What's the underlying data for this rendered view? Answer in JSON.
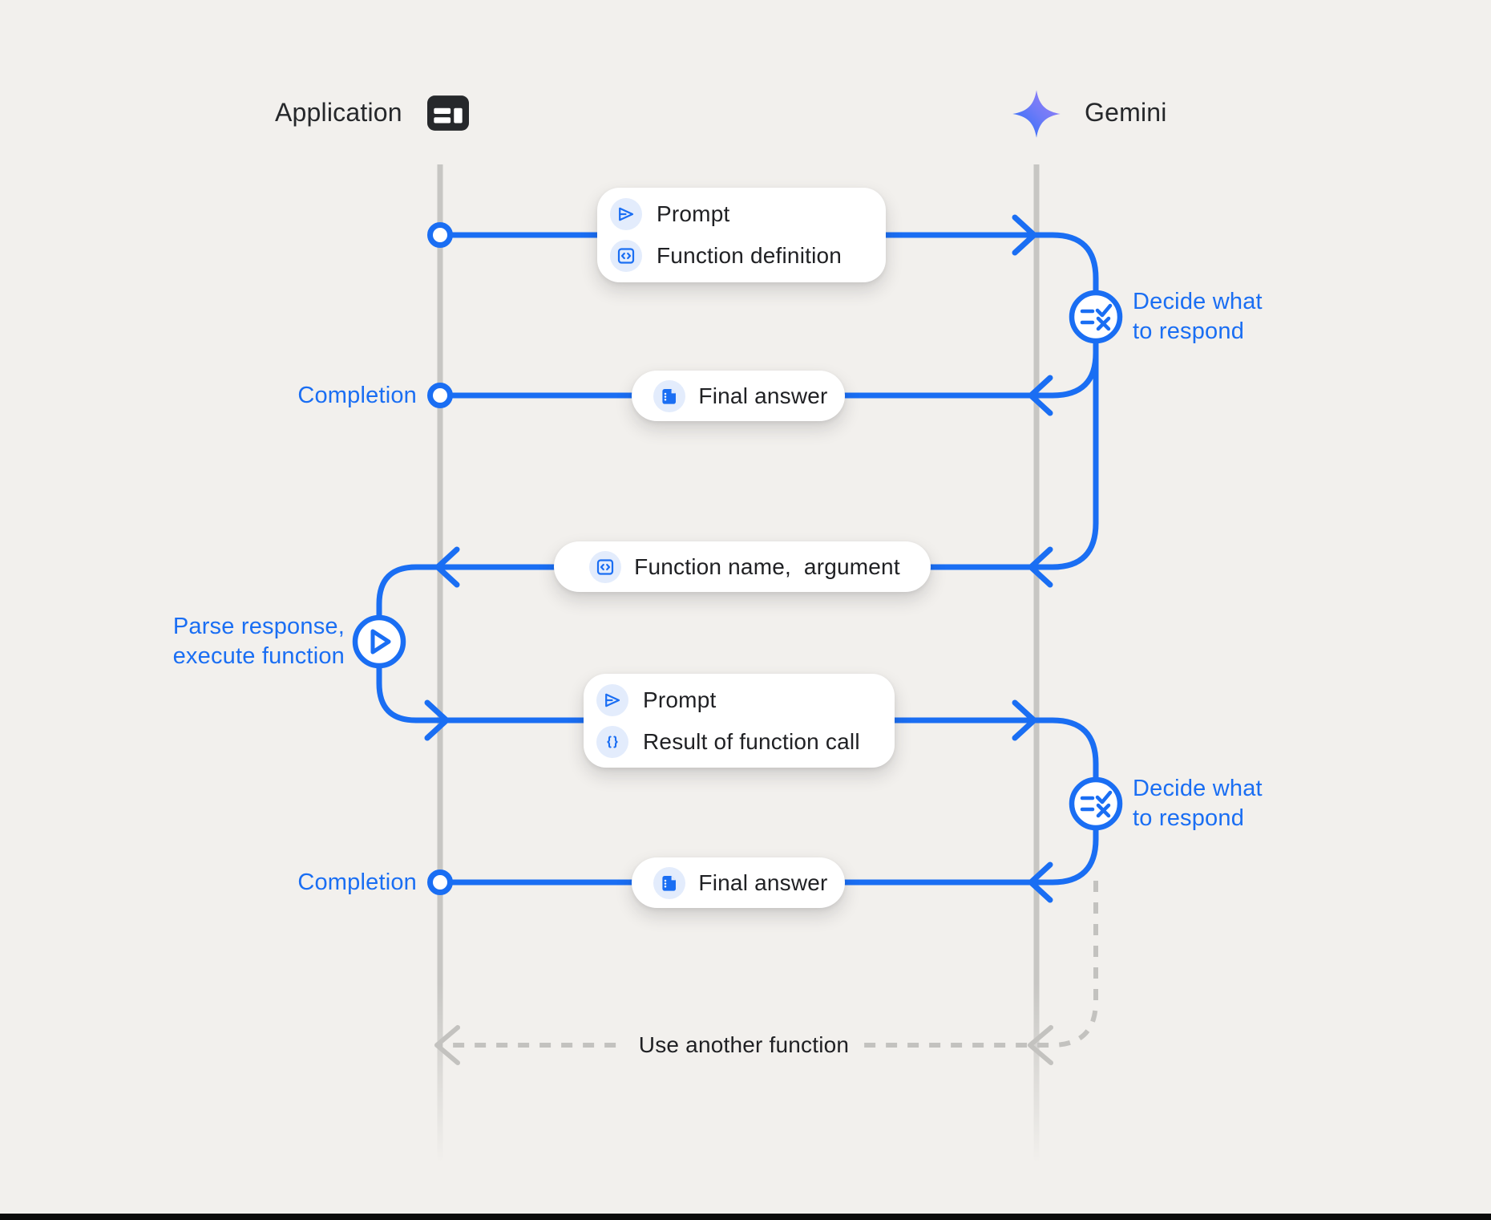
{
  "actors": {
    "application": "Application",
    "gemini": "Gemini"
  },
  "messages": {
    "prompt1": {
      "row1": "Prompt",
      "row2": "Function definition"
    },
    "final_answer1": "Final answer",
    "function_call": "Function name,  argument",
    "prompt2": {
      "row1": "Prompt",
      "row2": "Result of function call"
    },
    "final_answer2": "Final answer"
  },
  "labels": {
    "completion1": "Completion",
    "completion2": "Completion",
    "decide1_line1": "Decide what",
    "decide1_line2": "to respond",
    "decide2_line1": "Decide what",
    "decide2_line2": "to respond",
    "parse_line1": "Parse response,",
    "parse_line2": "execute function",
    "loop": "Use another function"
  },
  "icons": {
    "application": "app-window-icon",
    "gemini": "gemini-star-icon",
    "prompt": "send-icon",
    "function_definition": "code-icon",
    "final_answer": "document-icon",
    "result_of_function_call": "braces-icon",
    "decide": "rule-icon",
    "parse": "play-icon"
  },
  "colors": {
    "background": "#f2f0ed",
    "accent_blue": "#1a6ef3",
    "chip_blue": "#e3ecfc",
    "text_dark": "#202124",
    "lifeline_gray": "#c7c6c3",
    "gemini_gradient_start": "#1f6cf9",
    "gemini_gradient_end": "#a17ef7"
  }
}
